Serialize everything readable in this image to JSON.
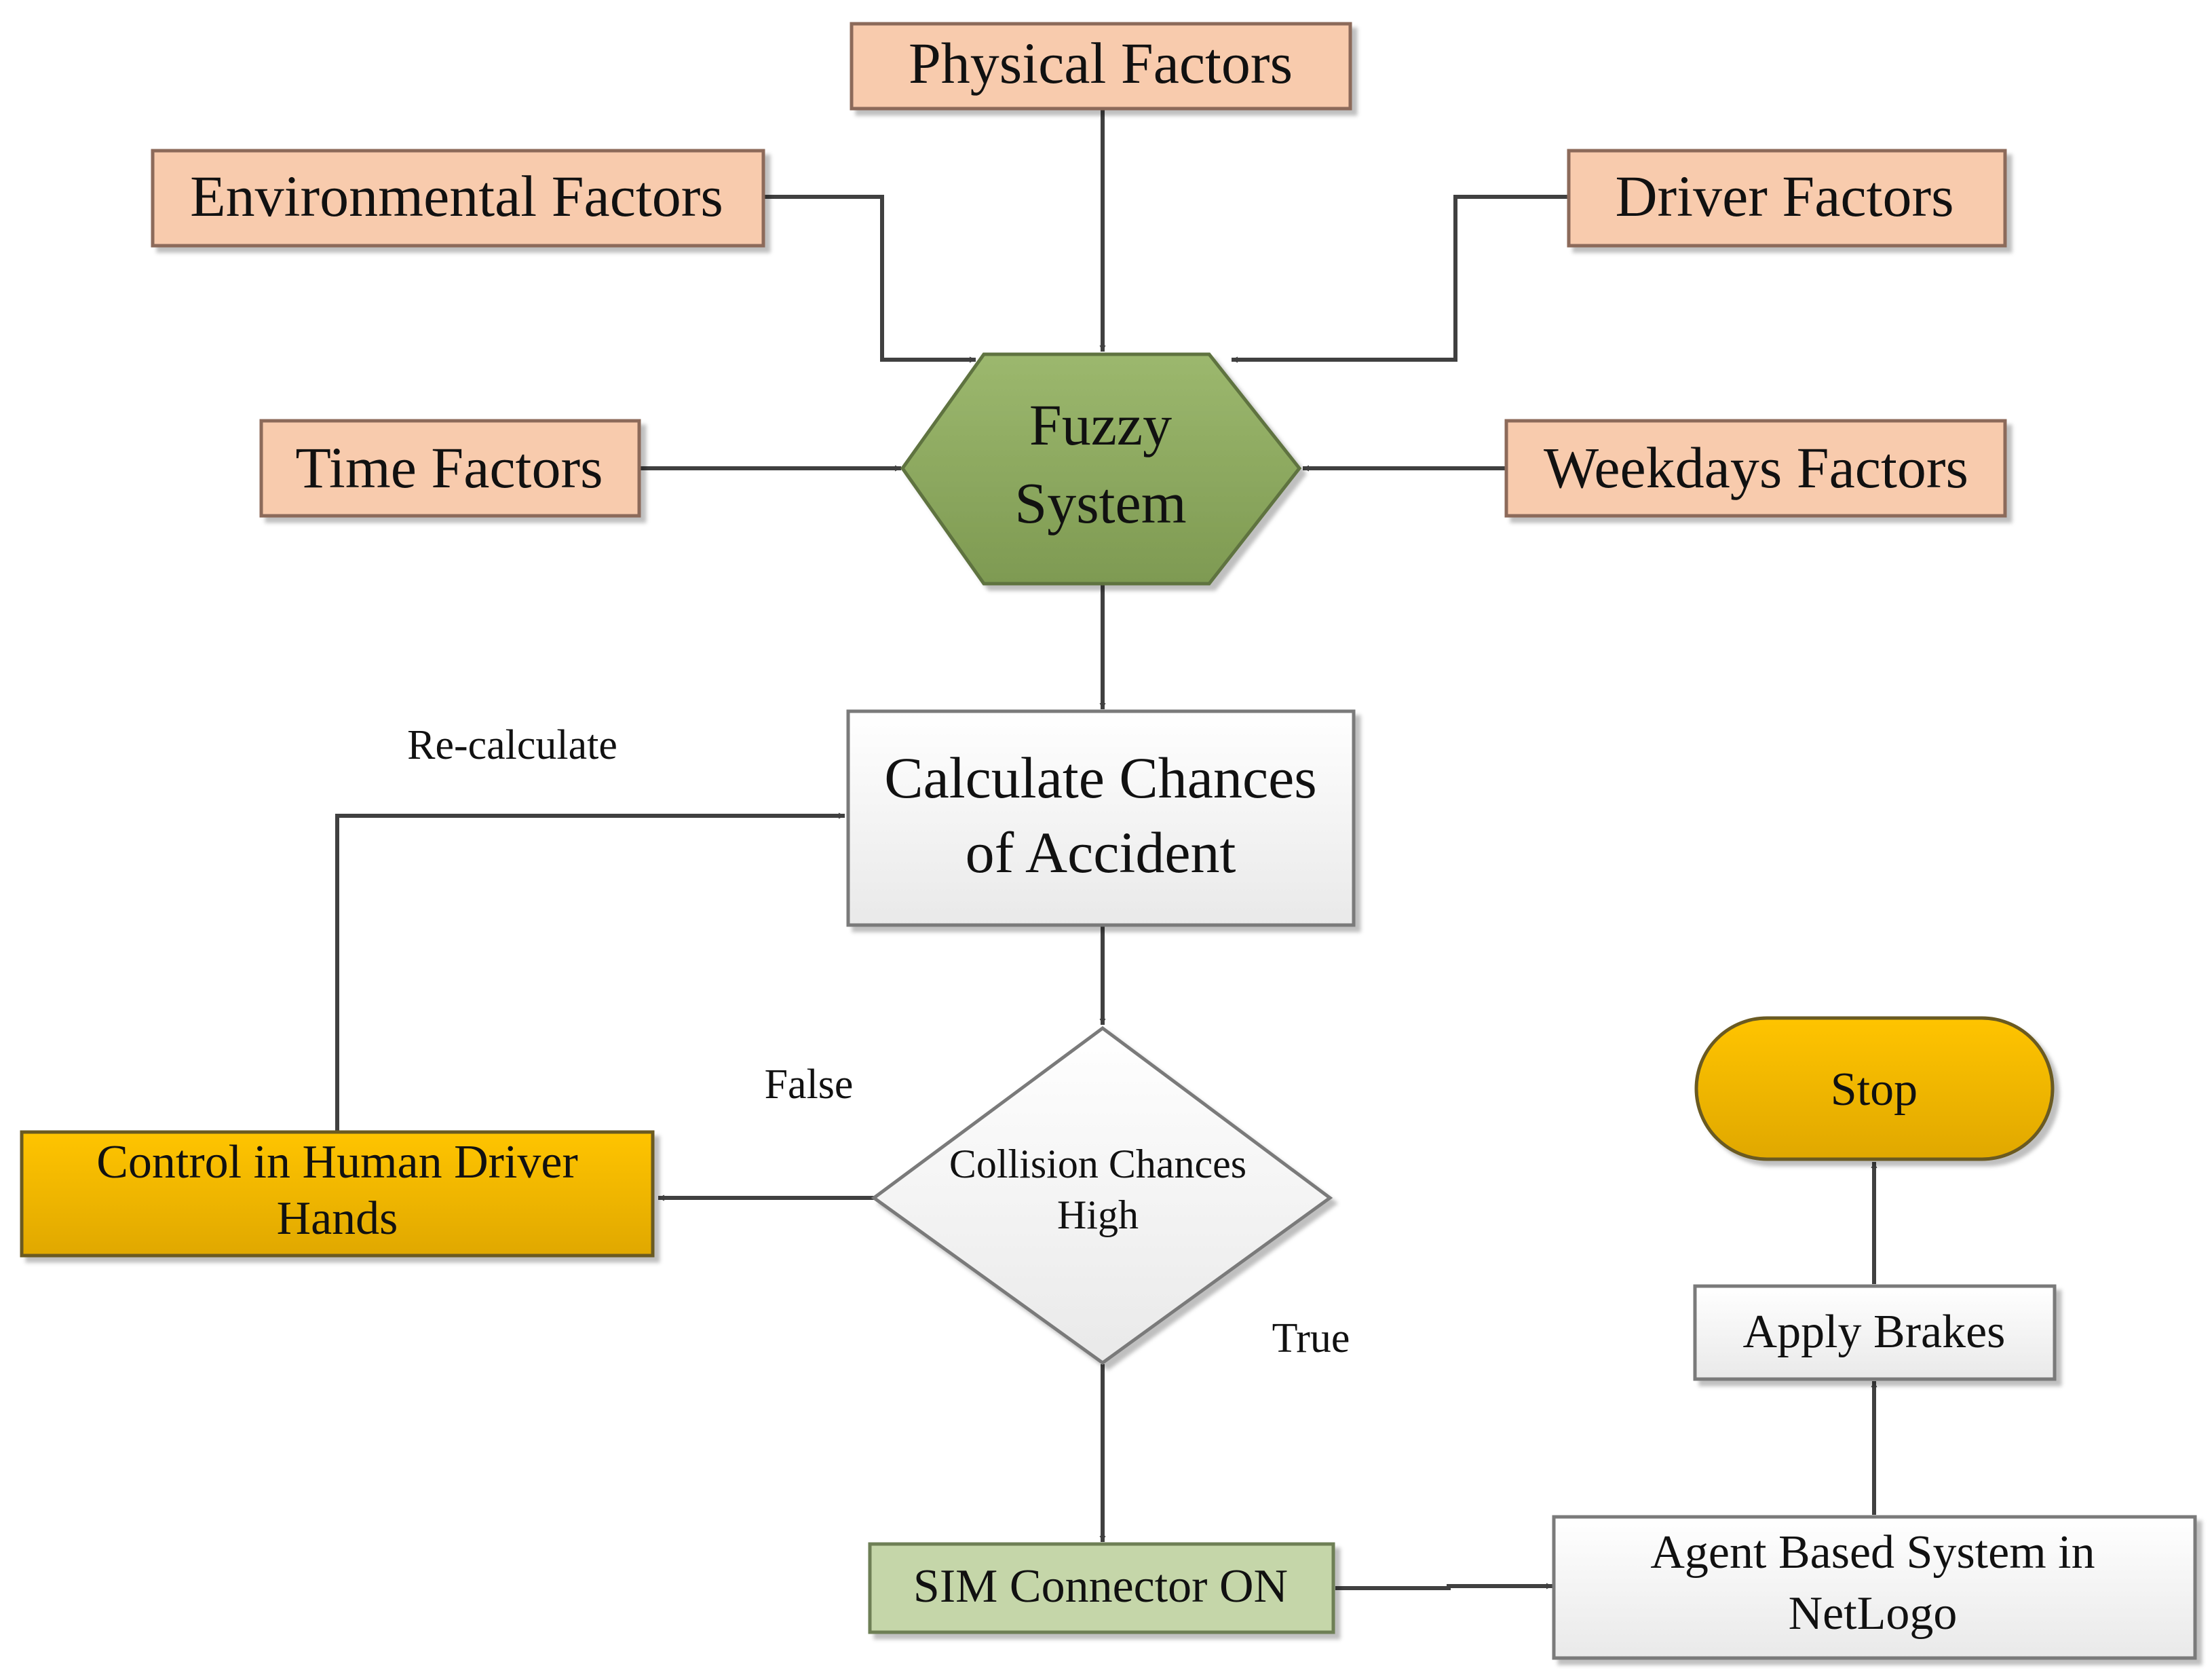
{
  "nodes": {
    "physical": {
      "label": "Physical Factors"
    },
    "environmental": {
      "label": "Environmental Factors"
    },
    "driver": {
      "label": "Driver Factors"
    },
    "time": {
      "label": "Time Factors"
    },
    "weekdays": {
      "label": "Weekdays Factors"
    },
    "fuzzy": {
      "label_line1": "Fuzzy",
      "label_line2": "System"
    },
    "calculate": {
      "label_line1": "Calculate Chances",
      "label_line2": "of Accident"
    },
    "collision": {
      "label_line1": "Collision Chances",
      "label_line2": "High"
    },
    "human_control": {
      "label_line1": "Control in Human Driver",
      "label_line2": "Hands"
    },
    "sim_connector": {
      "label": "SIM Connector ON"
    },
    "agent_system": {
      "label_line1": "Agent Based System in",
      "label_line2": "NetLogo"
    },
    "apply_brakes": {
      "label": "Apply Brakes"
    },
    "stop": {
      "label": "Stop"
    }
  },
  "edge_labels": {
    "recalculate": "Re-calculate",
    "false": "False",
    "true": "True"
  },
  "colors": {
    "factor_fill": "#F8CBAD",
    "factor_border": "#8C6A5A",
    "fuzzy_fill": "#8FAB62",
    "process_fill": "#F5F5F5",
    "process_border": "#7A7A7A",
    "human_control_fill": "#F2B800",
    "sim_connector_fill": "#C5D6A9",
    "stop_fill": "#F2B800",
    "edge": "#404040"
  }
}
